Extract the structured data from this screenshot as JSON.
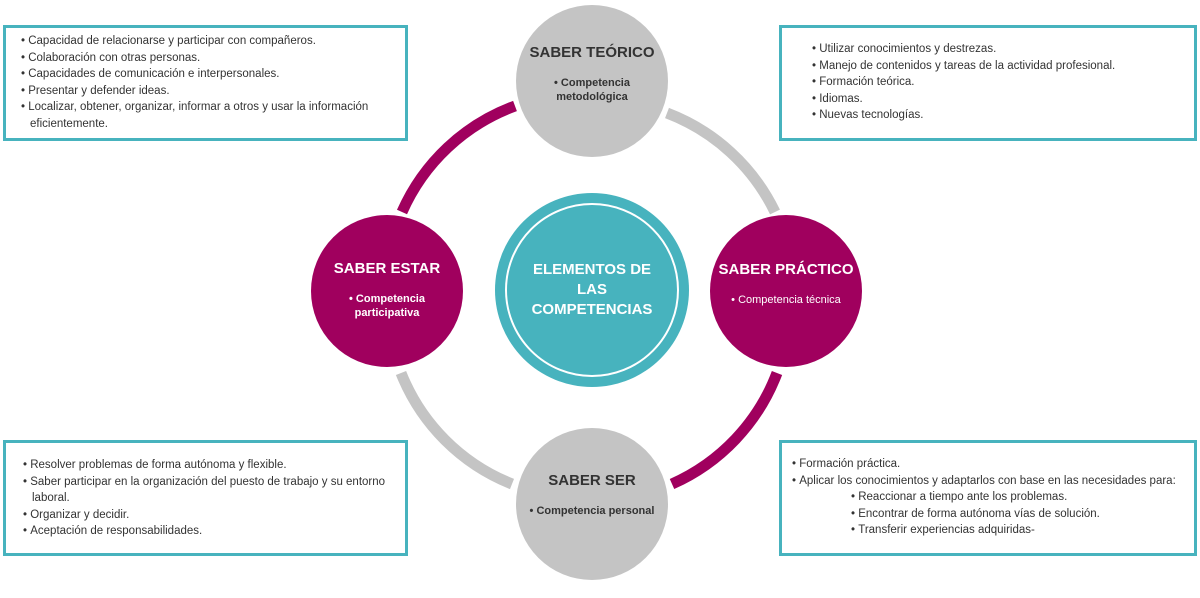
{
  "center": {
    "title": "ELEMENTOS DE LAS COMPETENCIAS"
  },
  "nodes": {
    "top": {
      "title": "SABER TEÓRICO",
      "subtitle": "• Competencia metodológica"
    },
    "right": {
      "title": "SABER PRÁCTICO",
      "subtitle": "• Competencia técnica"
    },
    "bottom": {
      "title": "SABER SER",
      "subtitle": "• Competencia personal"
    },
    "left": {
      "title": "SABER ESTAR",
      "subtitle": "• Competencia participativa"
    }
  },
  "boxes": {
    "top_left": {
      "items": [
        "Capacidad de relacionarse y participar con compañeros.",
        "Colaboración con otras personas.",
        "Capacidades de comunicación e interpersonales.",
        "Presentar y defender ideas.",
        "Localizar, obtener, organizar, informar a otros y usar la información eficientemente."
      ]
    },
    "top_right": {
      "items": [
        "Utilizar conocimientos y destrezas.",
        "Manejo de contenidos y tareas de la actividad profesional.",
        "Formación teórica.",
        "Idiomas.",
        "Nuevas tecnologías."
      ]
    },
    "bottom_left": {
      "items": [
        "Resolver problemas de forma autónoma y flexible.",
        "Saber participar en la organización del puesto de trabajo y su entorno laboral.",
        "Organizar y decidir.",
        "Aceptación de responsabilidades."
      ]
    },
    "bottom_right": {
      "items": [
        "Formación práctica.",
        "Aplicar los conocimientos y adaptarlos con base en las necesidades para:"
      ],
      "sub_items": [
        "Reaccionar a tiempo ante los problemas.",
        "Encontrar de forma autónoma vías de solución.",
        "Transferir experiencias adquiridas-"
      ]
    }
  },
  "colors": {
    "teal": "#47b3be",
    "magenta": "#a0005e",
    "grey": "#c4c4c4"
  }
}
